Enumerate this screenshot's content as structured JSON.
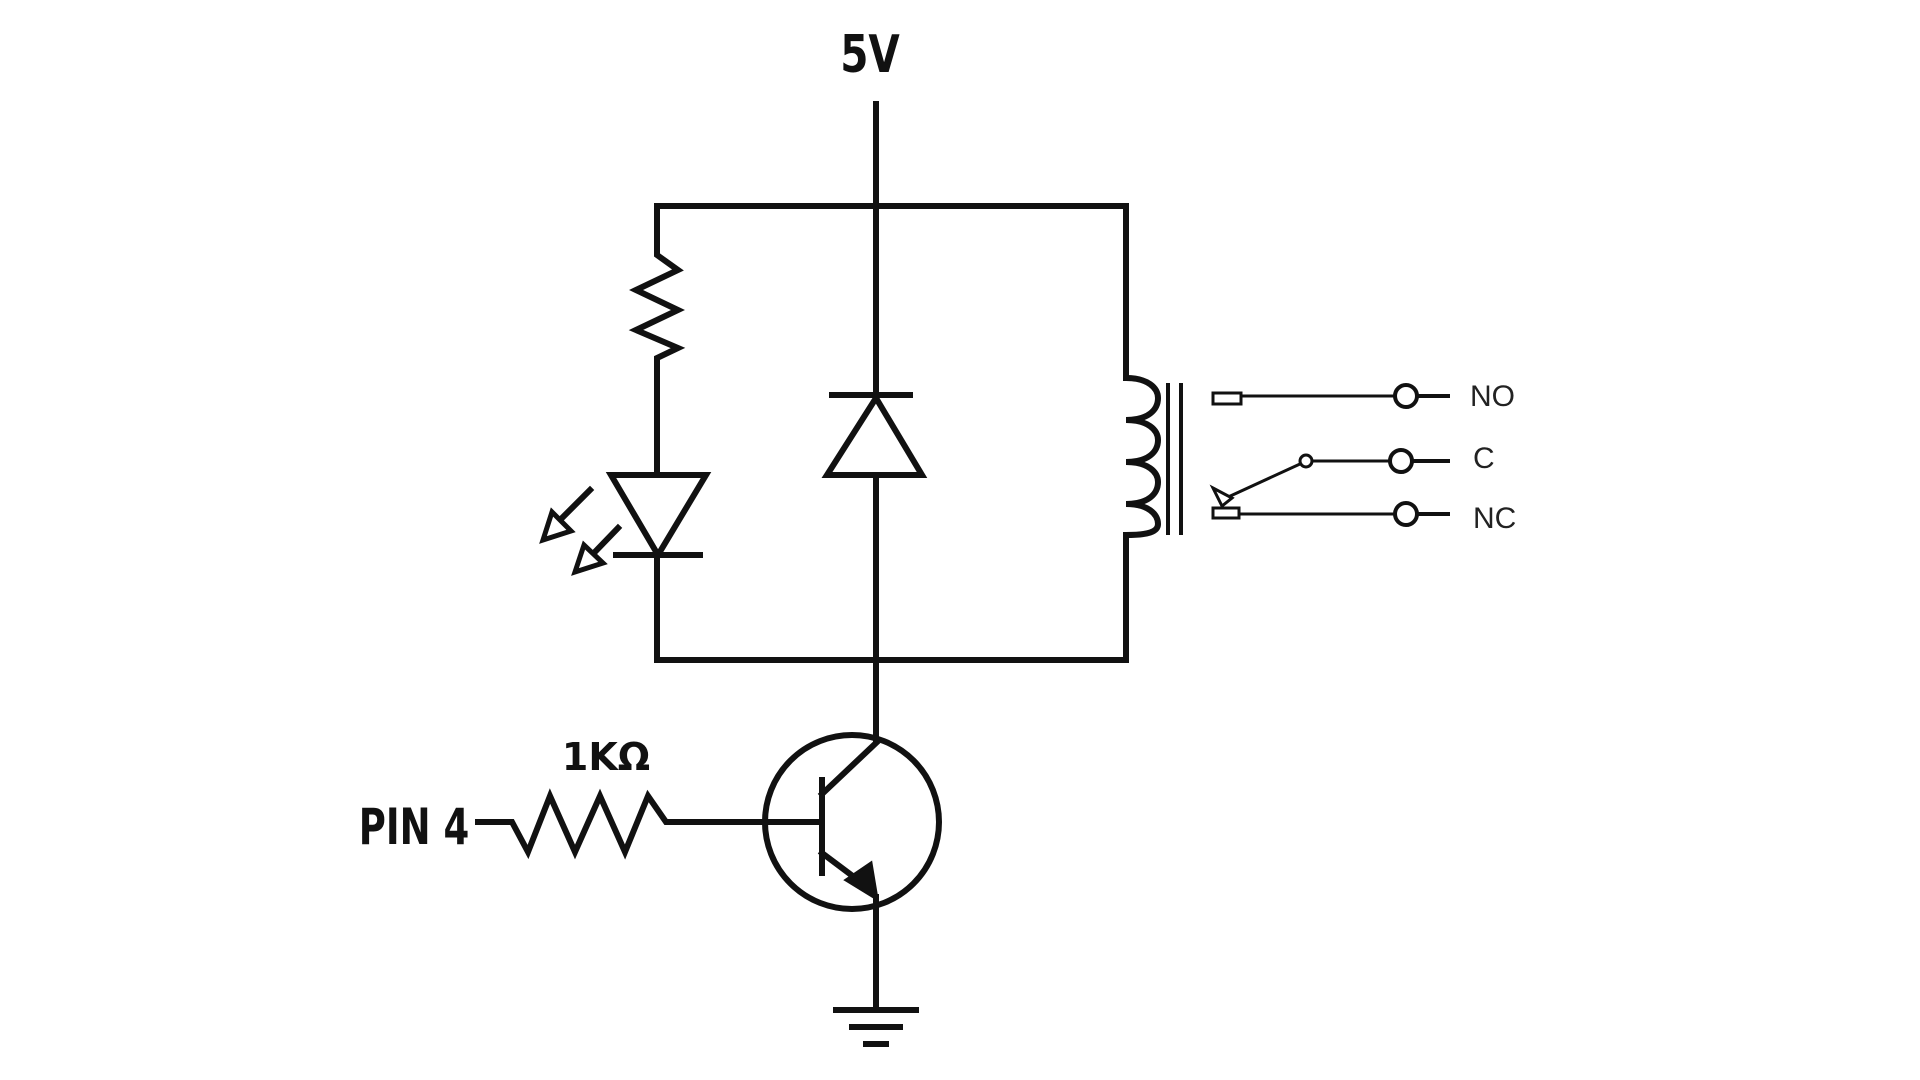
{
  "labels": {
    "supply": "5V",
    "input_pin": "PIN 4",
    "base_resistor": "1KΩ",
    "relay_no": "NO",
    "relay_c": "C",
    "relay_nc": "NC"
  },
  "colors": {
    "ink": "#111111",
    "background": "#ffffff"
  },
  "components": [
    "supply-rail",
    "led-resistor",
    "indicator-led",
    "flyback-diode",
    "relay-coil",
    "relay-switch",
    "base-resistor",
    "npn-transistor",
    "ground-symbol"
  ]
}
